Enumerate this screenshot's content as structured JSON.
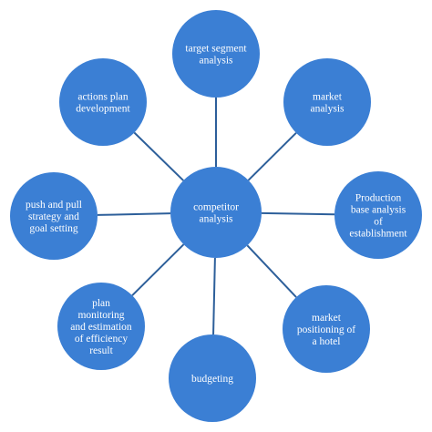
{
  "diagram": {
    "colors": {
      "node_fill": "#3b7fd4",
      "connector": "#2d5f9a",
      "text": "#ffffff",
      "background": "#ffffff"
    },
    "center": {
      "lines": [
        "competitor",
        "analysis"
      ]
    },
    "nodes": [
      {
        "id": "target-segment-analysis",
        "lines": [
          "target segment",
          "analysis"
        ]
      },
      {
        "id": "market-analysis",
        "lines": [
          "market",
          "analysis"
        ]
      },
      {
        "id": "production-base-analysis",
        "lines": [
          "Production",
          "base analysis",
          "of",
          "establishment"
        ]
      },
      {
        "id": "market-positioning",
        "lines": [
          "market",
          "positioning of",
          "a hotel"
        ]
      },
      {
        "id": "budgeting",
        "lines": [
          "budgeting"
        ]
      },
      {
        "id": "plan-monitoring",
        "lines": [
          "plan",
          "monitoring",
          "and estimation",
          "of efficiency",
          "result"
        ]
      },
      {
        "id": "push-and-pull",
        "lines": [
          "push and pull",
          "strategy and",
          "goal setting"
        ]
      },
      {
        "id": "actions-plan",
        "lines": [
          "actions plan",
          "development"
        ]
      }
    ]
  }
}
